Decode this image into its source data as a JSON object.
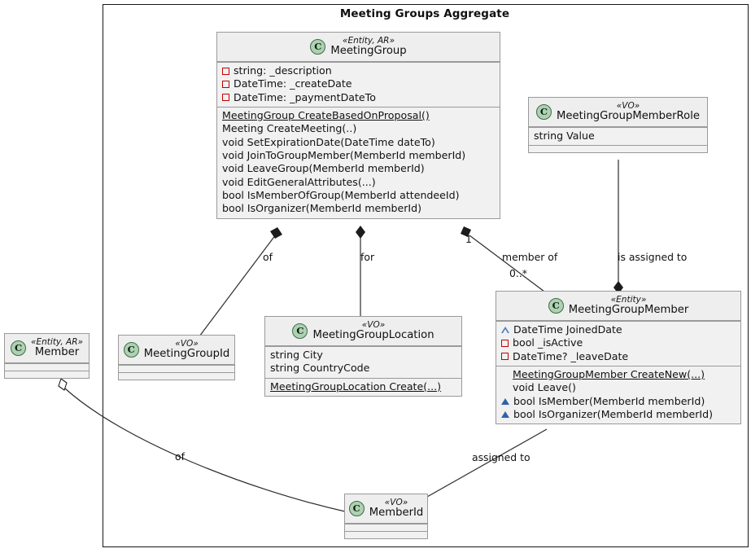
{
  "diagram": {
    "title": "Meeting Groups Aggregate",
    "type": "uml-class-diagram",
    "colors": {
      "class_fill": "#ECECEC",
      "class_header_fill": "#EEEEEE",
      "class_border": "#9A9A9A",
      "class_icon_fill": "#ADD1B2",
      "frame_border": "#161616",
      "private_marker": "#C00000",
      "protected_marker": "#2F63A8",
      "text": "#111111"
    }
  },
  "classes": {
    "meeting_group": {
      "stereotype": "«Entity, AR»",
      "name": "MeetingGroup",
      "icon": "class-circle-icon",
      "attributes": [
        {
          "vis": "private",
          "text": "string: _description"
        },
        {
          "vis": "private",
          "text": "DateTime: _createDate"
        },
        {
          "vis": "private",
          "text": "DateTime: _paymentDateTo"
        }
      ],
      "methods": [
        {
          "vis": "none",
          "text": "MeetingGroup CreateBasedOnProposal()",
          "static": true
        },
        {
          "vis": "none",
          "text": "Meeting CreateMeeting(..)",
          "static": false
        },
        {
          "vis": "none",
          "text": "void SetExpirationDate(DateTime dateTo)",
          "static": false
        },
        {
          "vis": "none",
          "text": "void JoinToGroupMember(MemberId memberId)",
          "static": false
        },
        {
          "vis": "none",
          "text": "void LeaveGroup(MemberId memberId)",
          "static": false
        },
        {
          "vis": "none",
          "text": "void EditGeneralAttributes(...)",
          "static": false
        },
        {
          "vis": "none",
          "text": "bool IsMemberOfGroup(MemberId attendeeId)",
          "static": false
        },
        {
          "vis": "none",
          "text": "bool IsOrganizer(MemberId memberId)",
          "static": false
        }
      ]
    },
    "meeting_group_member_role": {
      "stereotype": "«VO»",
      "name": "MeetingGroupMemberRole",
      "icon": "class-circle-icon",
      "attributes": [
        {
          "vis": "none",
          "text": "string Value"
        }
      ],
      "methods": []
    },
    "meeting_group_member": {
      "stereotype": "«Entity»",
      "name": "MeetingGroupMember",
      "icon": "class-circle-icon",
      "attributes": [
        {
          "vis": "protected",
          "text": "DateTime JoinedDate"
        },
        {
          "vis": "private",
          "text": "bool _isActive"
        },
        {
          "vis": "private",
          "text": "DateTime? _leaveDate"
        }
      ],
      "methods": [
        {
          "vis": "none",
          "text": "MeetingGroupMember CreateNew(...)",
          "static": true
        },
        {
          "vis": "none",
          "text": "void Leave()",
          "static": false
        },
        {
          "vis": "protected-filled",
          "text": "bool IsMember(MemberId memberId)",
          "static": false
        },
        {
          "vis": "protected-filled",
          "text": "bool IsOrganizer(MemberId memberId)",
          "static": false
        }
      ]
    },
    "meeting_group_location": {
      "stereotype": "«VO»",
      "name": "MeetingGroupLocation",
      "icon": "class-circle-icon",
      "attributes": [
        {
          "vis": "none",
          "text": "string City"
        },
        {
          "vis": "none",
          "text": "string CountryCode"
        }
      ],
      "methods": [
        {
          "vis": "none",
          "text": "MeetingGroupLocation Create(...)",
          "static": true
        }
      ]
    },
    "member": {
      "stereotype": "«Entity, AR»",
      "name": "Member",
      "icon": "class-circle-icon",
      "attributes": [],
      "methods": []
    },
    "meeting_group_id": {
      "stereotype": "«VO»",
      "name": "MeetingGroupId",
      "icon": "class-circle-icon",
      "attributes": [],
      "methods": []
    },
    "member_id": {
      "stereotype": "«VO»",
      "name": "MemberId",
      "icon": "class-circle-icon",
      "attributes": [],
      "methods": []
    }
  },
  "edges": {
    "group_id_of": {
      "label": "of"
    },
    "location_for": {
      "label": "for"
    },
    "member_of": {
      "label": "member of"
    },
    "member_of_source_mult": {
      "label": "1"
    },
    "member_of_target_mult": {
      "label": "0..*"
    },
    "role_assigned": {
      "label": "is assigned to"
    },
    "member_memberid_of": {
      "label": "of"
    },
    "groupmember_memberid": {
      "label": "assigned to"
    }
  }
}
